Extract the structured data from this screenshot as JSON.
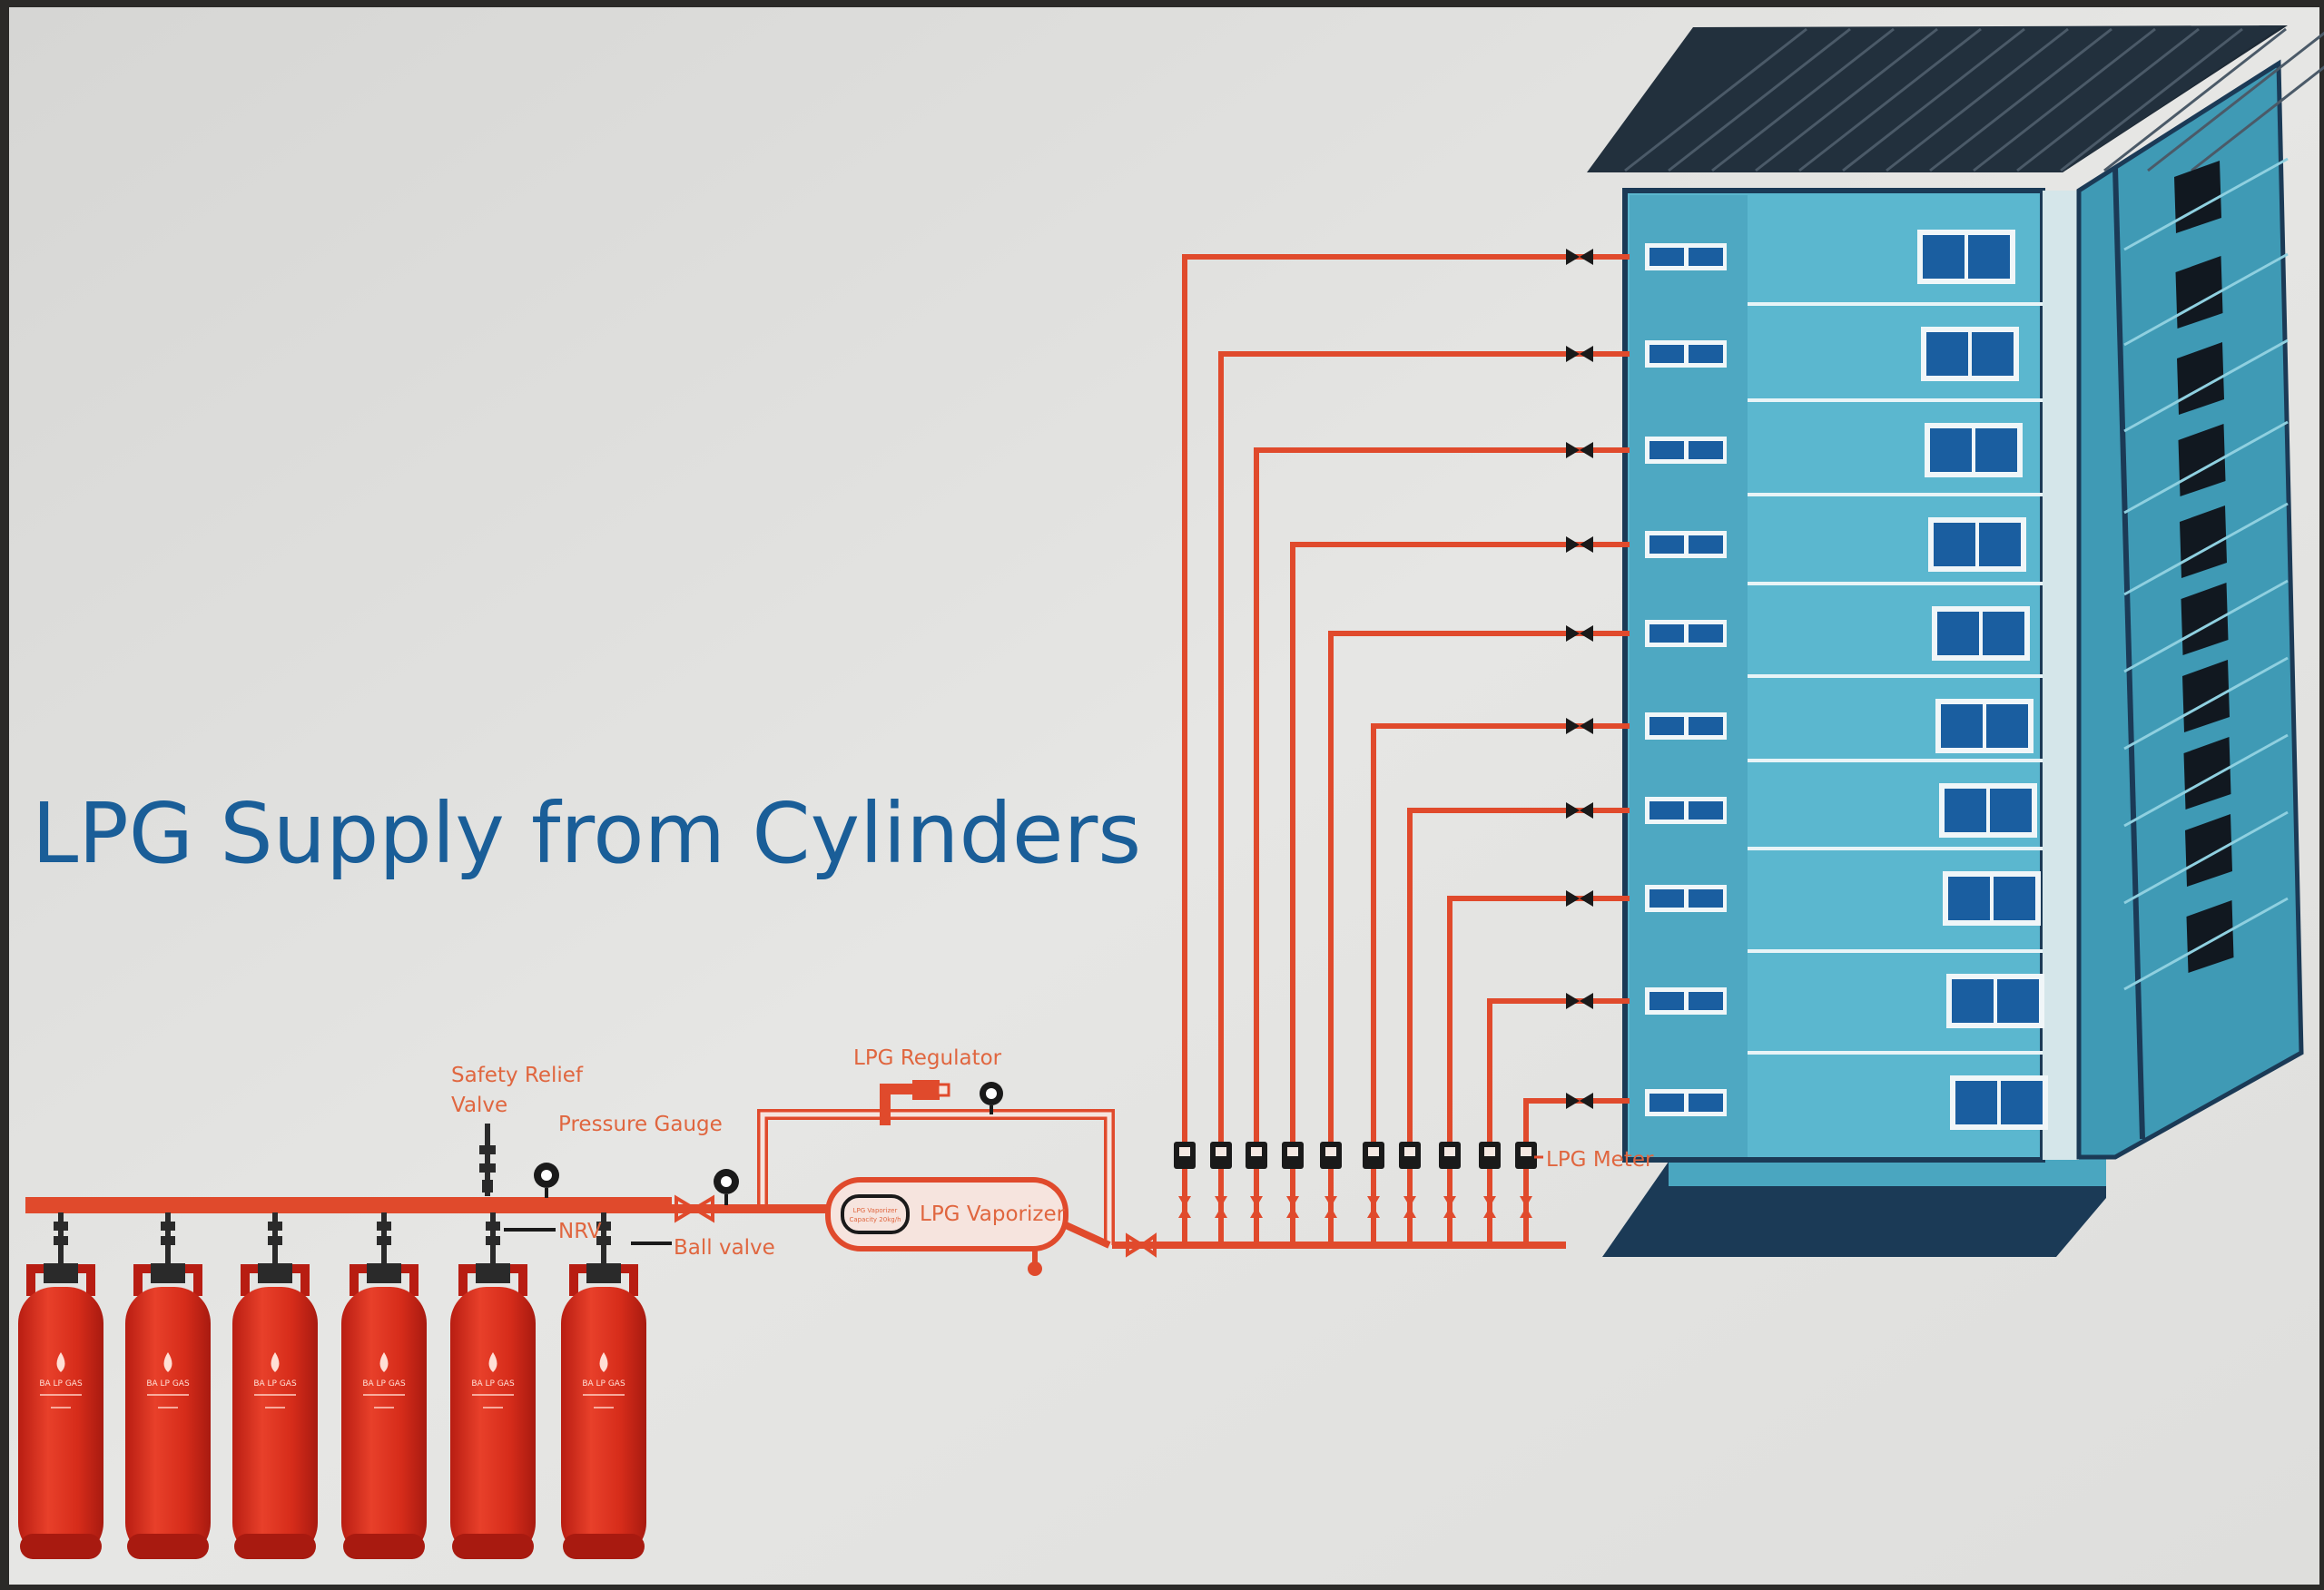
{
  "title": "LPG Supply from Cylinders",
  "labels": {
    "safety_relief_line1": "Safety Relief",
    "safety_relief_line2": "Valve",
    "pressure_gauge": "Pressure Gauge",
    "lpg_regulator": "LPG Regulator",
    "lpg_vaporizer": "LPG Vaporizer",
    "nrv": "NRV",
    "ball_valve": "Ball valve",
    "lpg_meter": "LPG Meter"
  },
  "cylinder_label": "BA LP GAS",
  "cylinder_count": 6,
  "floor_count": 10,
  "meter_count": 10,
  "colors": {
    "pipe": "#e04a2c",
    "cylinder": "#d92e1d",
    "building_face": "#5bb7cf",
    "building_side": "#3f9ab5",
    "roof": "#1e2a36",
    "title": "#1a5e98",
    "label": "#e0663f",
    "background": "#e4e4e2"
  }
}
